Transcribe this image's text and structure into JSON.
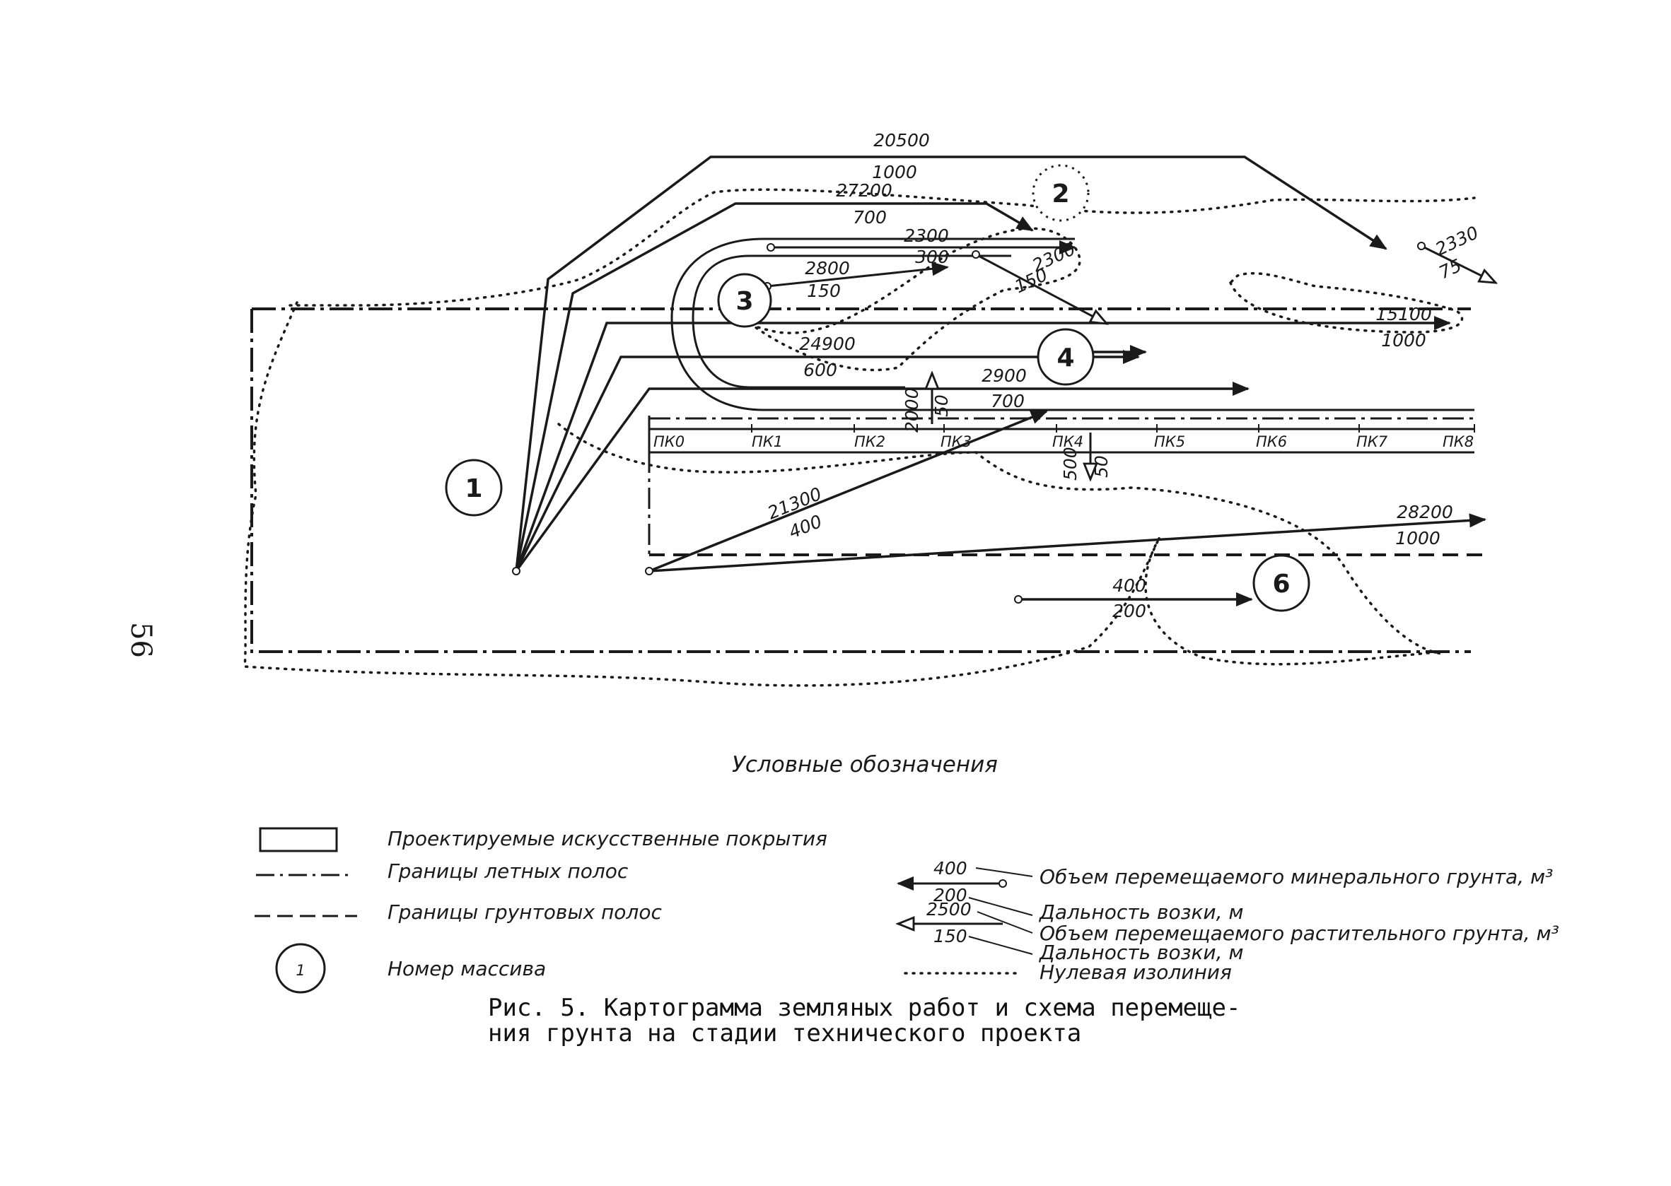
{
  "page_number": "56",
  "massifs": [
    "1",
    "2",
    "3",
    "4",
    "6"
  ],
  "pickets": [
    "ПК0",
    "ПК1",
    "ПК2",
    "ПК3",
    "ПК4",
    "ПК5",
    "ПК6",
    "ПК7",
    "ПК8"
  ],
  "flows": {
    "f1": {
      "volume": "20500",
      "distance": "1000"
    },
    "f2": {
      "volume": "27200",
      "distance": "700"
    },
    "f3": {
      "volume": "2300",
      "distance": "300"
    },
    "f4": {
      "volume": "2800",
      "distance": "150"
    },
    "f5": {
      "volume": "2300",
      "distance": "150"
    },
    "f6": {
      "volume": "2330",
      "distance": "75"
    },
    "f7": {
      "volume": "15100",
      "distance": "1000"
    },
    "f8": {
      "volume": "24900",
      "distance": "600"
    },
    "f9": {
      "volume": "2900",
      "distance": "700"
    },
    "f10": {
      "volume": "2000",
      "distance": "50"
    },
    "f11": {
      "volume": "500",
      "distance": "50"
    },
    "f12": {
      "volume": "21300",
      "distance": "400"
    },
    "f13": {
      "volume": "28200",
      "distance": "1000"
    },
    "f14": {
      "volume": "400",
      "distance": "200"
    }
  },
  "legend": {
    "title": "Условные обозначения",
    "pavement": "Проектируемые искусственные покрытия",
    "runway_border": "Границы летных полос",
    "soil_border": "Границы грунтовых полос",
    "massif_no": "Номер массива",
    "massif_example": "1",
    "zero_line": "Нулевая изолиния",
    "mineral_vol_example": "400",
    "mineral_dist_example": "200",
    "mineral_vol_label": "Объем перемещаемого минерального грунта, м³",
    "mineral_dist_label": "Дальность возки, м",
    "veg_vol_example": "2500",
    "veg_dist_example": "150",
    "veg_vol_label": "Объем перемещаемого растительного грунта, м³",
    "veg_dist_label": "Дальность возки, м"
  },
  "caption": {
    "line1": "Рис. 5. Картограмма земляных работ и схема перемеще-",
    "line2": "ния грунта на стадии технического проекта"
  }
}
